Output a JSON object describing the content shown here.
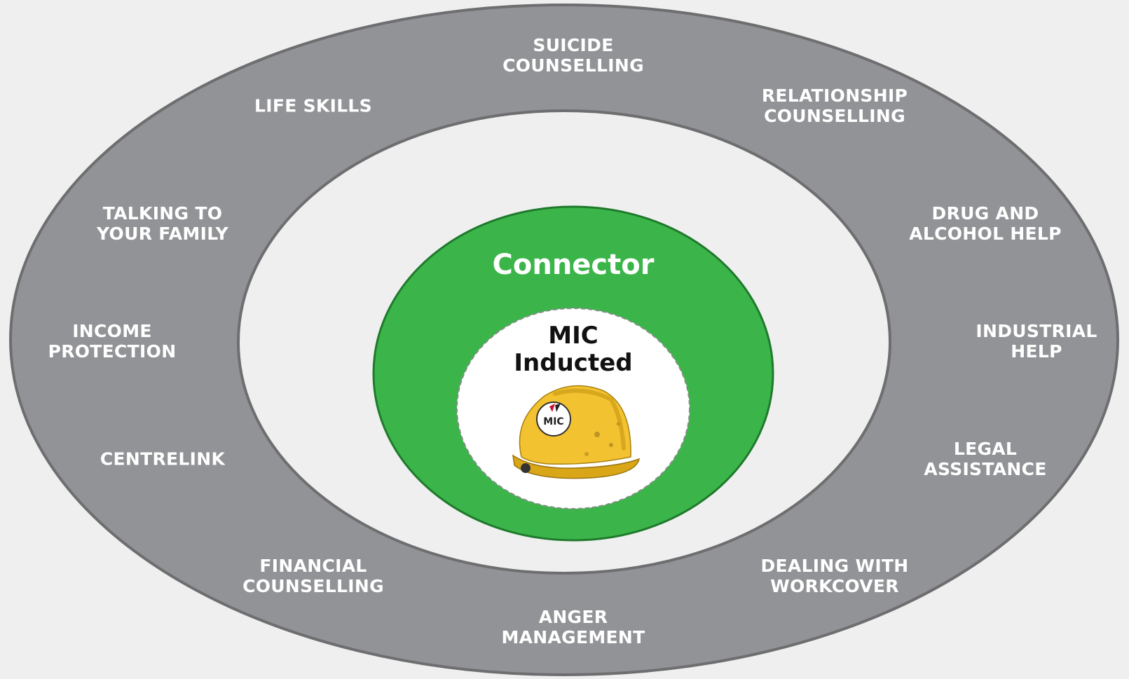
{
  "center": {
    "title": "Connector",
    "inner_line1": "MIC",
    "inner_line2": "Inducted",
    "helmet_badge": "MIC"
  },
  "services": [
    {
      "id": "suicide-counselling",
      "line1": "SUICIDE",
      "line2": "COUNSELLING"
    },
    {
      "id": "life-skills",
      "line1": "LIFE SKILLS",
      "line2": ""
    },
    {
      "id": "relationship-counselling",
      "line1": "RELATIONSHIP",
      "line2": "COUNSELLING"
    },
    {
      "id": "talking-to-your-family",
      "line1": "TALKING TO",
      "line2": "YOUR FAMILY"
    },
    {
      "id": "drug-and-alcohol-help",
      "line1": "DRUG AND",
      "line2": "ALCOHOL HELP"
    },
    {
      "id": "income-protection",
      "line1": "INCOME",
      "line2": "PROTECTION"
    },
    {
      "id": "industrial-help",
      "line1": "INDUSTRIAL",
      "line2": "HELP"
    },
    {
      "id": "centrelink",
      "line1": "CENTRELINK",
      "line2": ""
    },
    {
      "id": "legal-assistance",
      "line1": "LEGAL",
      "line2": "ASSISTANCE"
    },
    {
      "id": "financial-counselling",
      "line1": "FINANCIAL",
      "line2": "COUNSELLING"
    },
    {
      "id": "dealing-with-workcover",
      "line1": "DEALING WITH",
      "line2": "WORKCOVER"
    },
    {
      "id": "anger-management",
      "line1": "ANGER",
      "line2": "MANAGEMENT"
    }
  ],
  "colors": {
    "background": "#efefef",
    "outer_ring": "#929396",
    "outer_ring_border": "#6e6e70",
    "gap": "#efefef",
    "connector": "#3bb54a",
    "connector_border": "#1f7a2c",
    "inner": "#ffffff",
    "helmet": "#f2c230"
  }
}
